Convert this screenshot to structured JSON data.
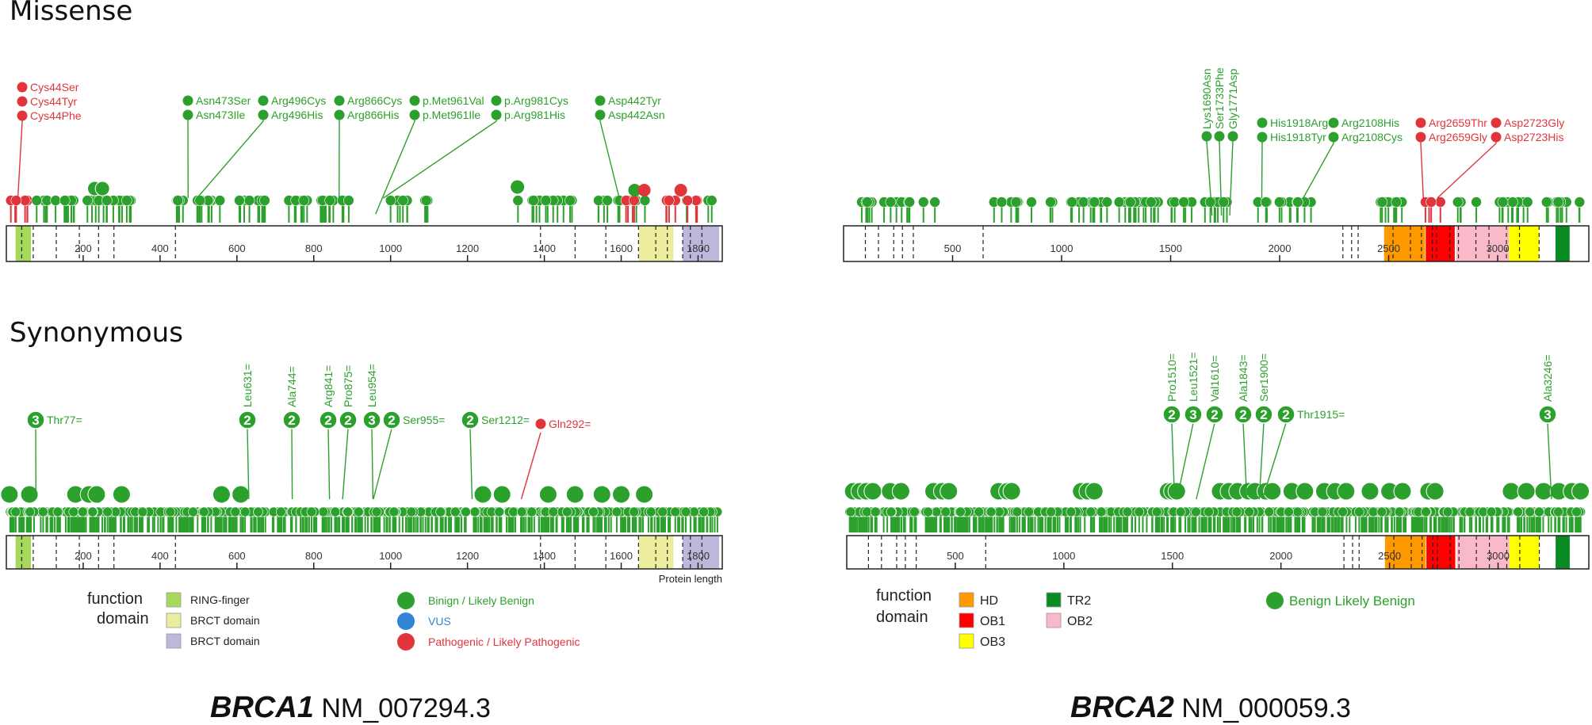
{
  "sections": {
    "missense": "Missense",
    "synonymous": "Synonymous"
  },
  "genes": {
    "brca1": {
      "name": "BRCA1",
      "transcript": "NM_007294.3"
    },
    "brca2": {
      "name": "BRCA2",
      "transcript": "NM_000059.3"
    }
  },
  "axes": {
    "brca1_ticks": [
      "200",
      "400",
      "600",
      "800",
      "1000",
      "1200",
      "1400",
      "1600",
      "1800"
    ],
    "brca2_ticks": [
      "500",
      "1000",
      "1500",
      "2000",
      "2500",
      "3000"
    ],
    "protein_length_label": "Protein length"
  },
  "colors": {
    "benign": "#2ca02c",
    "vus": "#2f86d6",
    "pathogenic": "#e0353b",
    "ring_finger": "#a6d95b",
    "brct1": "#ecec9f",
    "brct2": "#bdb7dc",
    "hd": "#ff9900",
    "ob1": "#ff0000",
    "ob2": "#f9b9c8",
    "ob3": "#ffff00",
    "tr2": "#0a8a22"
  },
  "legend_brca1": {
    "function_domain_label": [
      "function",
      "domain"
    ],
    "domains": [
      "RING-finger",
      "BRCT domain",
      "BRCT domain"
    ],
    "classes": [
      "Binign / Likely Benign",
      "VUS",
      "Pathogenic / Likely Pathogenic"
    ]
  },
  "legend_brca2": {
    "function_domain_label": [
      "function",
      "domain"
    ],
    "domains": [
      "HD",
      "OB1",
      "OB3",
      "TR2",
      "OB2"
    ],
    "classes": [
      "Benign Likely Benign"
    ]
  },
  "labels": {
    "brca1_missense": [
      {
        "text": "Cys44Ser",
        "class": "pathogenic"
      },
      {
        "text": "Cys44Tyr",
        "class": "pathogenic"
      },
      {
        "text": "Cys44Phe",
        "class": "pathogenic"
      },
      {
        "text": "Asn473Ser",
        "class": "benign"
      },
      {
        "text": "Asn473Ile",
        "class": "benign"
      },
      {
        "text": "Arg496Cys",
        "class": "benign"
      },
      {
        "text": "Arg496His",
        "class": "benign"
      },
      {
        "text": "Arg866Cys",
        "class": "benign"
      },
      {
        "text": "Arg866His",
        "class": "benign"
      },
      {
        "text": "p.Met961Val",
        "class": "benign"
      },
      {
        "text": "p.Met961Ile",
        "class": "benign"
      },
      {
        "text": "p.Arg981Cys",
        "class": "benign"
      },
      {
        "text": "p.Arg981His",
        "class": "benign"
      },
      {
        "text": "Asp442Tyr",
        "class": "benign"
      },
      {
        "text": "Asp442Asn",
        "class": "benign"
      }
    ],
    "brca2_missense": [
      {
        "text": "Lys1690Asn",
        "class": "benign"
      },
      {
        "text": "Ser1733Phe",
        "class": "benign"
      },
      {
        "text": "Gly1771Asp",
        "class": "benign"
      },
      {
        "text": "His1918Arg",
        "class": "benign"
      },
      {
        "text": "His1918Tyr",
        "class": "benign"
      },
      {
        "text": "Arg2108His",
        "class": "benign"
      },
      {
        "text": "Arg2108Cys",
        "class": "benign"
      },
      {
        "text": "Arg2659Thr",
        "class": "pathogenic"
      },
      {
        "text": "Arg2659Gly",
        "class": "pathogenic"
      },
      {
        "text": "Asp2723Gly",
        "class": "pathogenic"
      },
      {
        "text": "Asp2723His",
        "class": "pathogenic"
      }
    ],
    "brca1_synonymous": [
      {
        "text": "Thr77=",
        "count": "3",
        "class": "benign"
      },
      {
        "text": "Leu631=",
        "count": "2",
        "class": "benign"
      },
      {
        "text": "Ala744=",
        "count": "2",
        "class": "benign"
      },
      {
        "text": "Arg841=",
        "count": "2",
        "class": "benign"
      },
      {
        "text": "Pro875=",
        "count": "2",
        "class": "benign"
      },
      {
        "text": "Leu954=",
        "count": "3",
        "class": "benign"
      },
      {
        "text": "Ser955=",
        "count": "2",
        "class": "benign"
      },
      {
        "text": "Ser1212=",
        "count": "2",
        "class": "benign"
      },
      {
        "text": "Gln292=",
        "count": "",
        "class": "pathogenic"
      }
    ],
    "brca2_synonymous": [
      {
        "text": "Pro1510=",
        "count": "2",
        "class": "benign"
      },
      {
        "text": "Leu1521=",
        "count": "3",
        "class": "benign"
      },
      {
        "text": "Val1610=",
        "count": "2",
        "class": "benign"
      },
      {
        "text": "Ala1843=",
        "count": "2",
        "class": "benign"
      },
      {
        "text": "Ser1900=",
        "count": "2",
        "class": "benign"
      },
      {
        "text": "Thr1915=",
        "count": "2",
        "class": "benign"
      },
      {
        "text": "Ala3246=",
        "count": "3",
        "class": "benign"
      }
    ]
  }
}
